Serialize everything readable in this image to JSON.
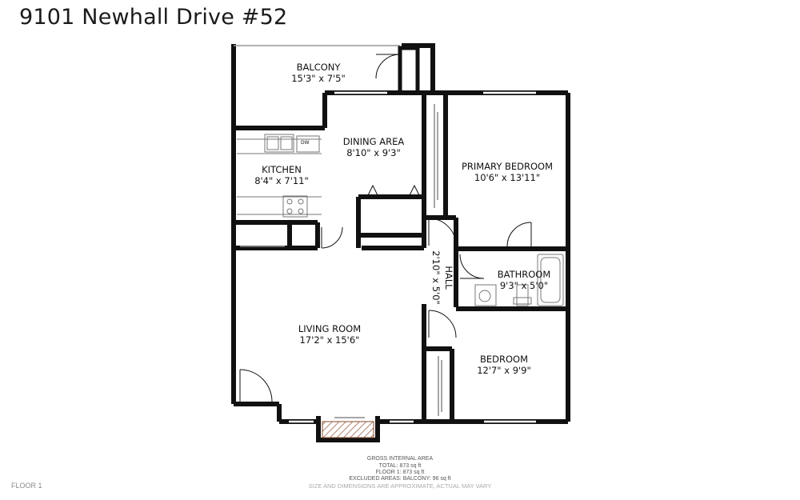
{
  "title": "9101 Newhall Drive #52",
  "rooms": [
    {
      "name": "BALCONY",
      "dims": "15'3\" x 7'5\""
    },
    {
      "name": "DINING AREA",
      "dims": "8'10\" x 9'3\""
    },
    {
      "name": "KITCHEN",
      "dims": "8'4\" x 7'11\""
    },
    {
      "name": "PRIMARY BEDROOM",
      "dims": "10'6\" x 13'11\""
    },
    {
      "name": "HALL",
      "dims": "2'10\" x 5'0\""
    },
    {
      "name": "BATHROOM",
      "dims": "9'3\" x 5'0\""
    },
    {
      "name": "LIVING ROOM",
      "dims": "17'2\" x 15'6\""
    },
    {
      "name": "BEDROOM",
      "dims": "12'7\" x 9'9\""
    }
  ],
  "fixtures": {
    "dishwasher": "DW"
  },
  "area": {
    "heading": "GROSS INTERNAL AREA",
    "total": "TOTAL: 873 sq ft",
    "floor1": "FLOOR 1: 873 sq ft",
    "excluded": "EXCLUDED AREAS: BALCONY: 96 sq ft"
  },
  "floor_label": "FLOOR 1",
  "disclaimer": "SIZE AND DIMENSIONS ARE APPROXIMATE, ACTUAL MAY VARY"
}
